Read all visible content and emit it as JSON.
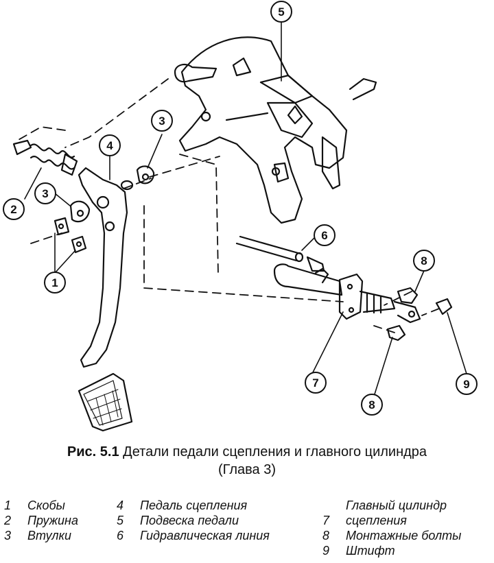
{
  "callouts": [
    "1",
    "2",
    "3",
    "3",
    "4",
    "5",
    "6",
    "7",
    "8",
    "8",
    "9"
  ],
  "caption": {
    "figure": "Рис. 5.1",
    "title": "Детали педали сцепления и главного цилиндра",
    "subtitle": "(Глава 3)"
  },
  "legend": [
    {
      "num": "1",
      "label": "Скобы"
    },
    {
      "num": "2",
      "label": "Пружина"
    },
    {
      "num": "3",
      "label": "Втулки"
    },
    {
      "num": "4",
      "label": "Педаль сцепления"
    },
    {
      "num": "5",
      "label": "Подвеска педали"
    },
    {
      "num": "6",
      "label": "Гидравлическая линия"
    },
    {
      "num": "7",
      "label": "Главный цилиндр сцепления"
    },
    {
      "num": "8",
      "label": "Монтажные болты"
    },
    {
      "num": "9",
      "label": "Штифт"
    }
  ],
  "colors": {
    "ink": "#111111",
    "paper": "#ffffff"
  }
}
